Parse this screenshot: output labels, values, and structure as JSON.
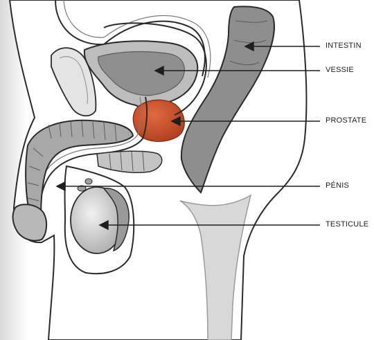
{
  "labels": {
    "intestin": "INTESTIN",
    "vessie": "VESSIE",
    "prostate": "PROSTATE",
    "penis": "PÉNIS",
    "testicule": "TESTICULE"
  },
  "colors": {
    "background": "#ffffff",
    "body_fill": "#ffffff",
    "outline": "#2a2a2a",
    "organ_gray": "#9a9a9a",
    "organ_light": "#cfcfcf",
    "prostate": "#c9522c",
    "leader_line": "#1e1e1e"
  }
}
